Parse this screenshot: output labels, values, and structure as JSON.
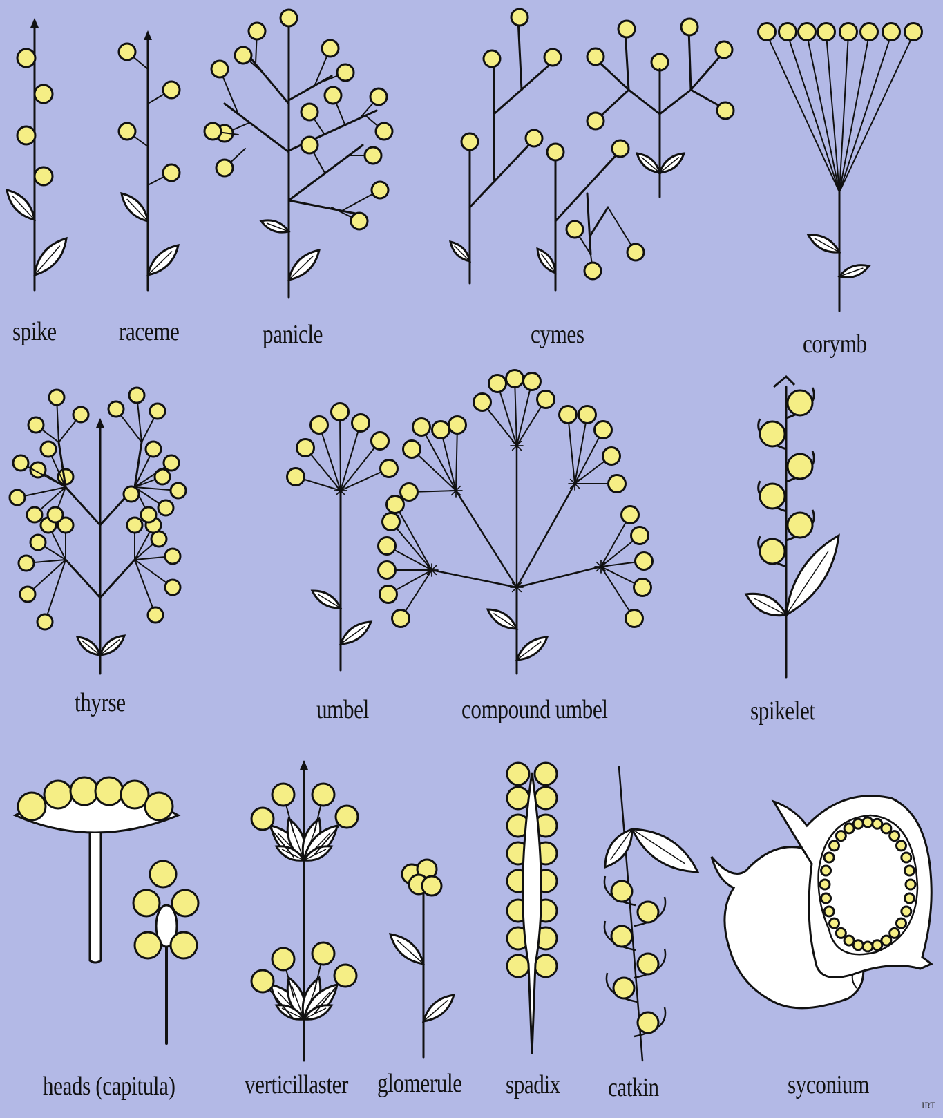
{
  "labels": {
    "spike": "spike",
    "raceme": "raceme",
    "panicle": "panicle",
    "cymes": "cymes",
    "corymb": "corymb",
    "thyrse": "thyrse",
    "umbel": "umbel",
    "compound_umbel": "compound umbel",
    "spikelet": "spikelet",
    "heads": "heads (capitula)",
    "verticillaster": "verticillaster",
    "glomerule": "glomerule",
    "spadix": "spadix",
    "catkin": "catkin",
    "syconium": "syconium"
  },
  "signature": "IRT",
  "colors": {
    "background": "#b3b9e6",
    "flower_fill": "#f5ee85",
    "stroke": "#111111",
    "leaf_fill": "#ffffff"
  }
}
